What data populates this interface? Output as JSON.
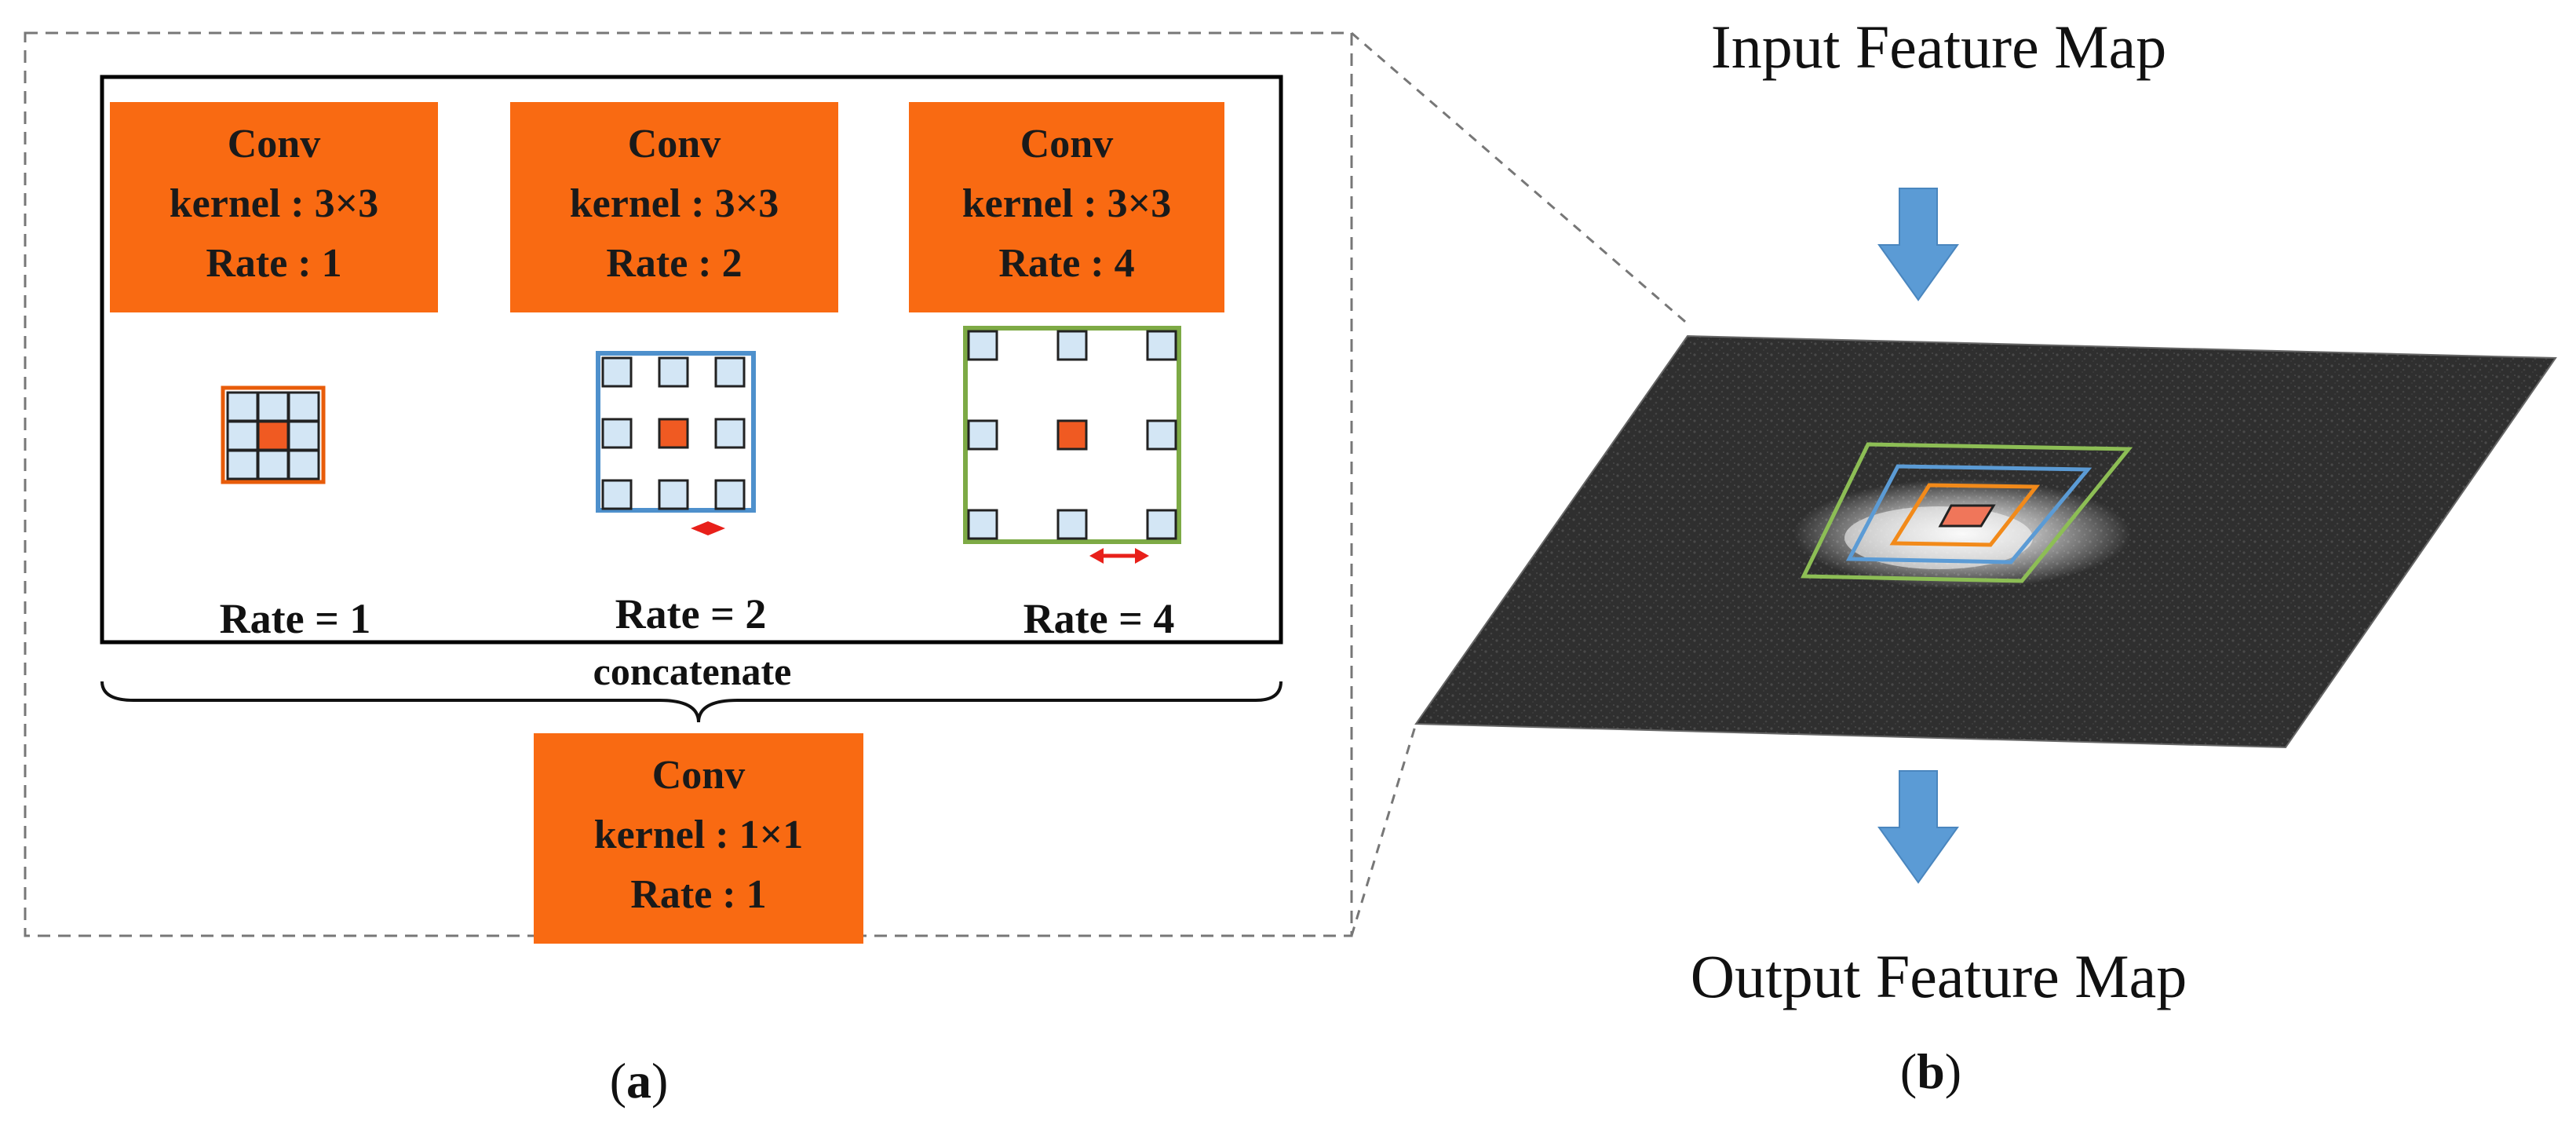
{
  "panel_a": {
    "conv_blocks": [
      {
        "title": "Conv",
        "kernel": "kernel : 3×3",
        "rate": "Rate : 1"
      },
      {
        "title": "Conv",
        "kernel": "kernel : 3×3",
        "rate": "Rate : 2"
      },
      {
        "title": "Conv",
        "kernel": "kernel : 3×3",
        "rate": "Rate : 4"
      }
    ],
    "rate_labels": [
      "Rate = 1",
      "Rate = 2",
      "Rate = 4"
    ],
    "concat_label": "concatenate",
    "final_conv": {
      "title": "Conv",
      "kernel": "kernel : 1×1",
      "rate": "Rate : 1"
    },
    "caption_open": "(",
    "caption_letter": "a",
    "caption_close": ")"
  },
  "panel_b": {
    "input_label": "Input Feature Map",
    "output_label": "Output Feature Map",
    "caption_open": "(",
    "caption_letter": "b",
    "caption_close": ")"
  },
  "colors": {
    "orange": "#F96A12",
    "orange_dark": "#E85C0A",
    "cell_blue": "#D3E6F5",
    "blue_frame": "#4E90CC",
    "green_frame": "#7DAA45",
    "red_arrow": "#E8201A",
    "arrow_blue": "#5B9BD5",
    "map_dark": "#2B2B2B"
  }
}
